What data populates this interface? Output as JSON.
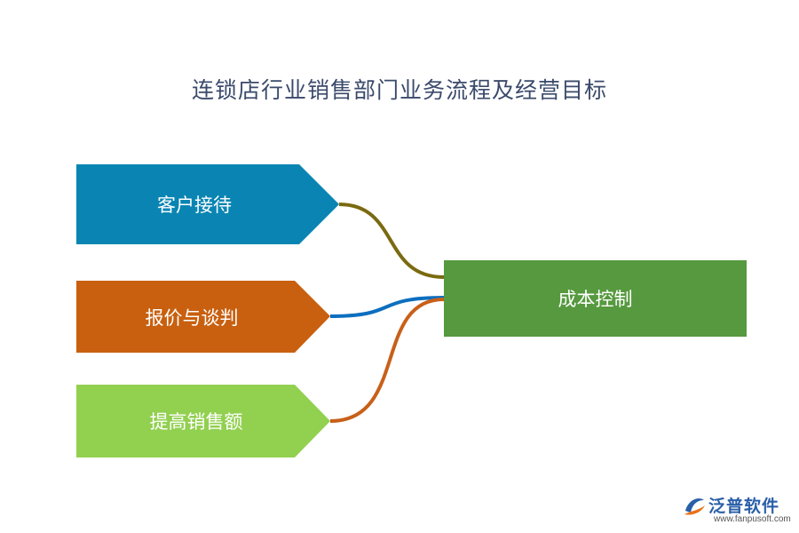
{
  "title": "连锁店行业销售部门业务流程及经营目标",
  "nodes": {
    "reception": {
      "label": "客户接待",
      "color": "#0a85b3"
    },
    "quote": {
      "label": "报价与谈判",
      "color": "#c8600f"
    },
    "sales": {
      "label": "提高销售额",
      "color": "#92d050"
    },
    "cost": {
      "label": "成本控制",
      "color": "#56993f"
    }
  },
  "connectors": {
    "reception_cost": "#7a6a10",
    "quote_cost": "#0d6fbf",
    "sales_cost": "#c8601a"
  },
  "logo": {
    "name": "泛普软件",
    "url": "www.fanpusoft.com"
  }
}
